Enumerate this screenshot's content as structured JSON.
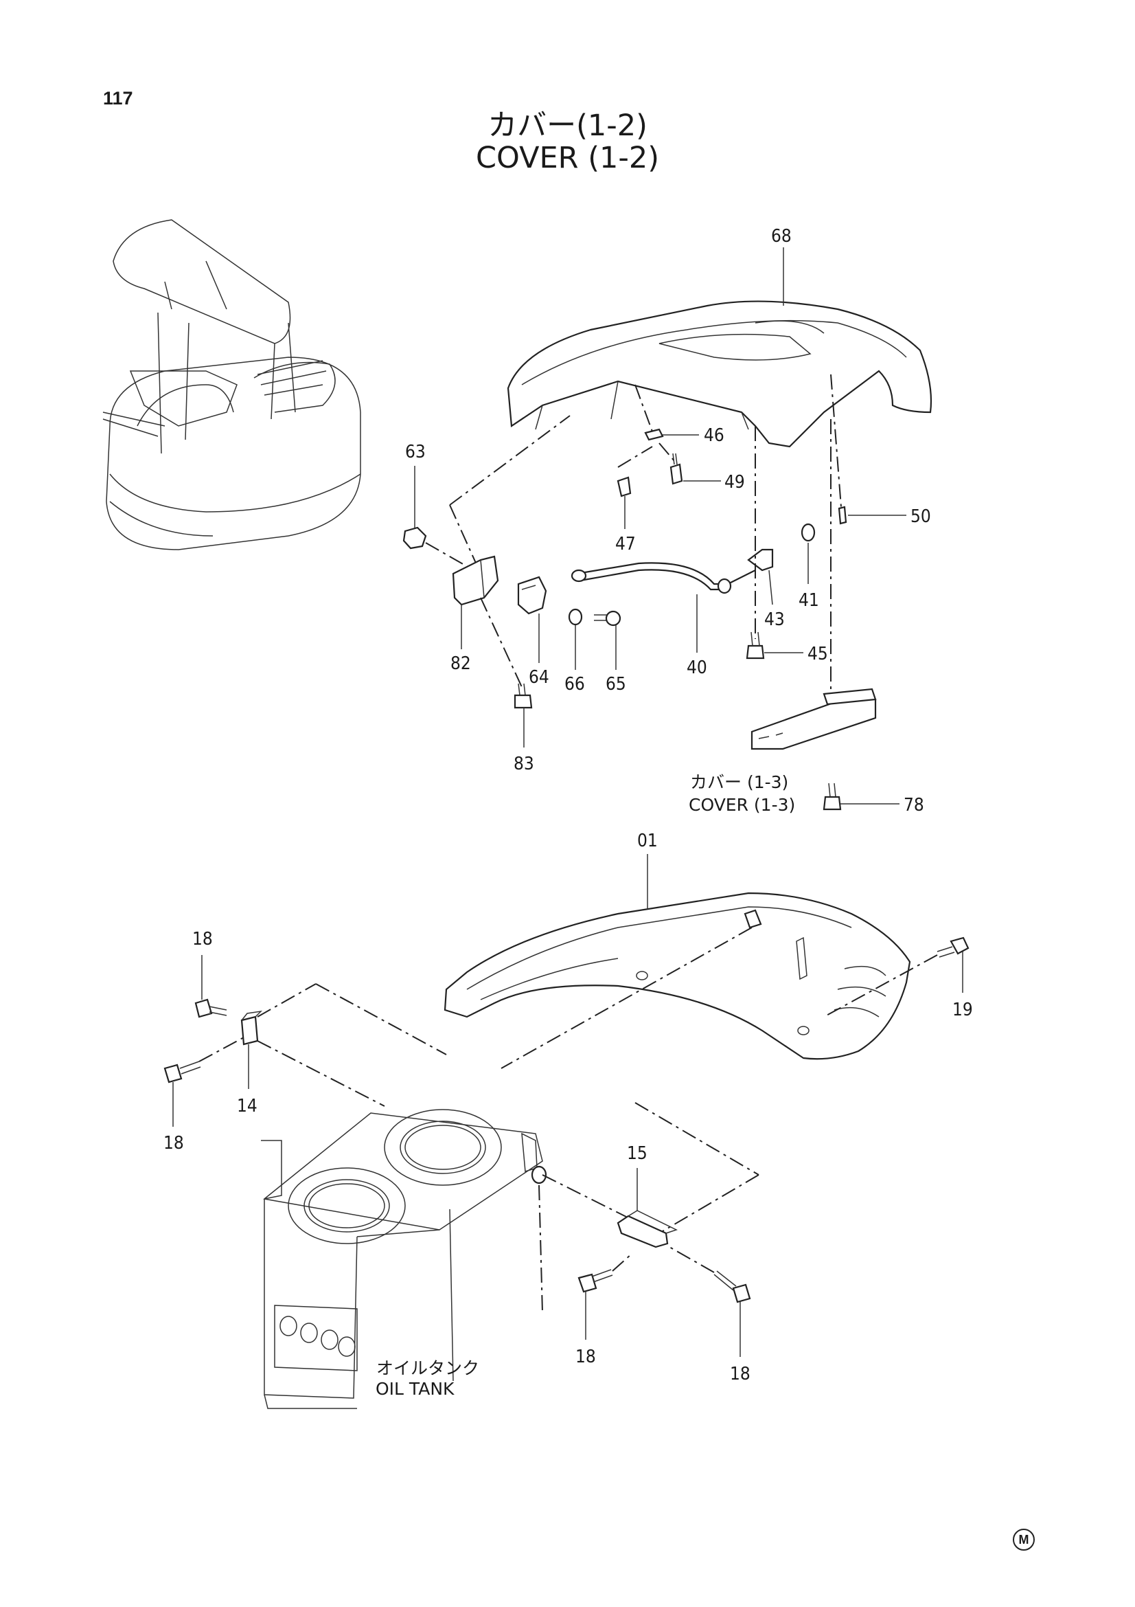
{
  "page_number": "117",
  "title": {
    "jp": "カバー(1-2)",
    "en": "COVER (1-2)"
  },
  "refs": {
    "cover_13_jp": "カバー (1-3)",
    "cover_13_en": "COVER (1-3)",
    "oil_tank_jp": "オイルタンク",
    "oil_tank_en": "OIL TANK"
  },
  "callouts": {
    "c68": "68",
    "c46": "46",
    "c49": "49",
    "c47": "47",
    "c50": "50",
    "c63": "63",
    "c41": "41",
    "c43": "43",
    "c45": "45",
    "c40": "40",
    "c82": "82",
    "c64": "64",
    "c66": "66",
    "c65": "65",
    "c83": "83",
    "c78": "78",
    "c01": "01",
    "c18a": "18",
    "c18b": "18",
    "c14": "14",
    "c19": "19",
    "c15": "15",
    "c18c": "18",
    "c18d": "18"
  },
  "maker_mark": "M"
}
